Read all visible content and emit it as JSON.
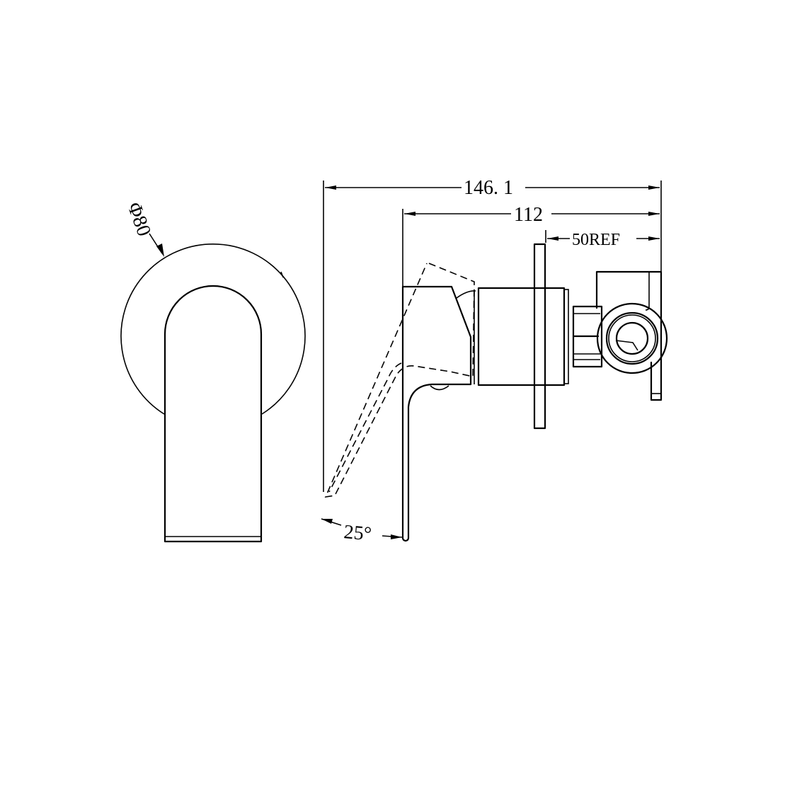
{
  "drawing": {
    "title": "Wall mixer technical drawing",
    "views": {
      "front": {
        "name": "front-view",
        "label_diameter": "Φ80"
      },
      "side": {
        "name": "side-view"
      }
    },
    "dimensions": {
      "overall_depth": "146. 1",
      "handle_to_wall": "112",
      "body_depth": "50REF",
      "handle_angle": "25°",
      "plate_diameter": "Φ80"
    },
    "colors": {
      "line": "#000000",
      "background": "#ffffff"
    }
  }
}
